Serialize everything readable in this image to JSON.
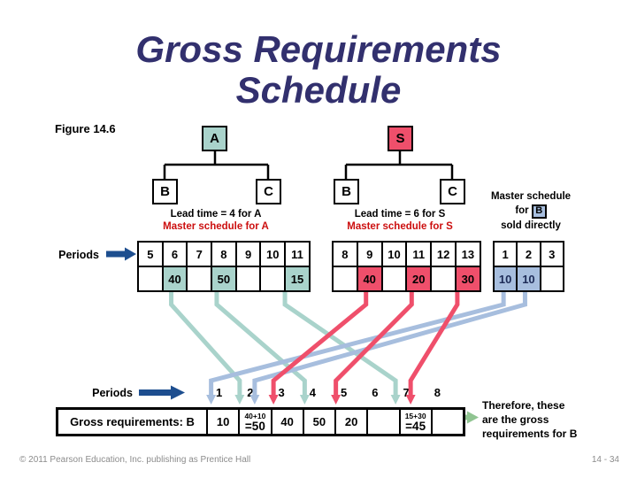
{
  "title": {
    "line1": "Gross Requirements",
    "line2": "Schedule"
  },
  "figure_label": "Figure 14.6",
  "colors": {
    "teal": "#a9d3cb",
    "red": "#ef4f6b",
    "blue": "#a7bede",
    "arrow_navy": "#1d4e8f",
    "arrow_green": "#90c491",
    "red_text": "#cc0f0f",
    "title_text": "#32306e",
    "navy_value_text": "#1d2b57",
    "footer_gray": "#8c8c8c"
  },
  "trees": [
    {
      "root": "A",
      "children": [
        "B",
        "C"
      ],
      "root_fill": "teal",
      "lead_time": "Lead time = 4 for A",
      "master_schedule": "Master schedule for A"
    },
    {
      "root": "S",
      "children": [
        "B",
        "C"
      ],
      "root_fill": "red",
      "lead_time": "Lead time = 6 for S",
      "master_schedule": "Master schedule for S"
    }
  ],
  "b_direct_note": {
    "line1": "Master schedule",
    "line2_prefix": "for",
    "boxed_item": "B",
    "line3": "sold directly"
  },
  "periods_label_top": "Periods",
  "schedules": [
    {
      "id": "A",
      "periods": [
        5,
        6,
        7,
        8,
        9,
        10,
        11
      ],
      "values": [
        "",
        "40",
        "",
        "50",
        "",
        "",
        "15"
      ],
      "highlight": "teal"
    },
    {
      "id": "S",
      "periods": [
        8,
        9,
        10,
        11,
        12,
        13
      ],
      "values": [
        "",
        "40",
        "",
        "20",
        "",
        "30"
      ],
      "highlight": "red"
    },
    {
      "id": "B",
      "periods": [
        1,
        2,
        3
      ],
      "values": [
        "10",
        "10",
        ""
      ],
      "highlight": "blue",
      "value_color": "#1d2b57"
    }
  ],
  "connections": [
    {
      "color": "teal",
      "from": "A",
      "period": 6,
      "to": 2
    },
    {
      "color": "teal",
      "from": "A",
      "period": 8,
      "to": 4
    },
    {
      "color": "teal",
      "from": "A",
      "period": 11,
      "to": 7
    },
    {
      "color": "red",
      "from": "S",
      "period": 9,
      "to": 3
    },
    {
      "color": "red",
      "from": "S",
      "period": 11,
      "to": 5
    },
    {
      "color": "red",
      "from": "S",
      "period": 13,
      "to": 7
    },
    {
      "color": "blue",
      "from": "B",
      "period": 1,
      "to": 1
    },
    {
      "color": "blue",
      "from": "B",
      "period": 2,
      "to": 2
    }
  ],
  "bottom": {
    "periods_label": "Periods",
    "period_numbers": [
      1,
      2,
      3,
      4,
      5,
      6,
      7,
      8
    ],
    "row_label": "Gross requirements: B",
    "cells": [
      {
        "main": "10"
      },
      {
        "sub": "40+10",
        "main": "=50"
      },
      {
        "main": "40"
      },
      {
        "main": "50"
      },
      {
        "main": "20"
      },
      {
        "main": ""
      },
      {
        "sub": "15+30",
        "main": "=45"
      },
      {
        "main": ""
      }
    ]
  },
  "therefore_note": {
    "line1": "Therefore, these",
    "line2": "are the gross",
    "line3": "requirements for B"
  },
  "footer": {
    "left": "© 2011 Pearson Education, Inc. publishing as Prentice Hall",
    "right": "14 - 34"
  }
}
